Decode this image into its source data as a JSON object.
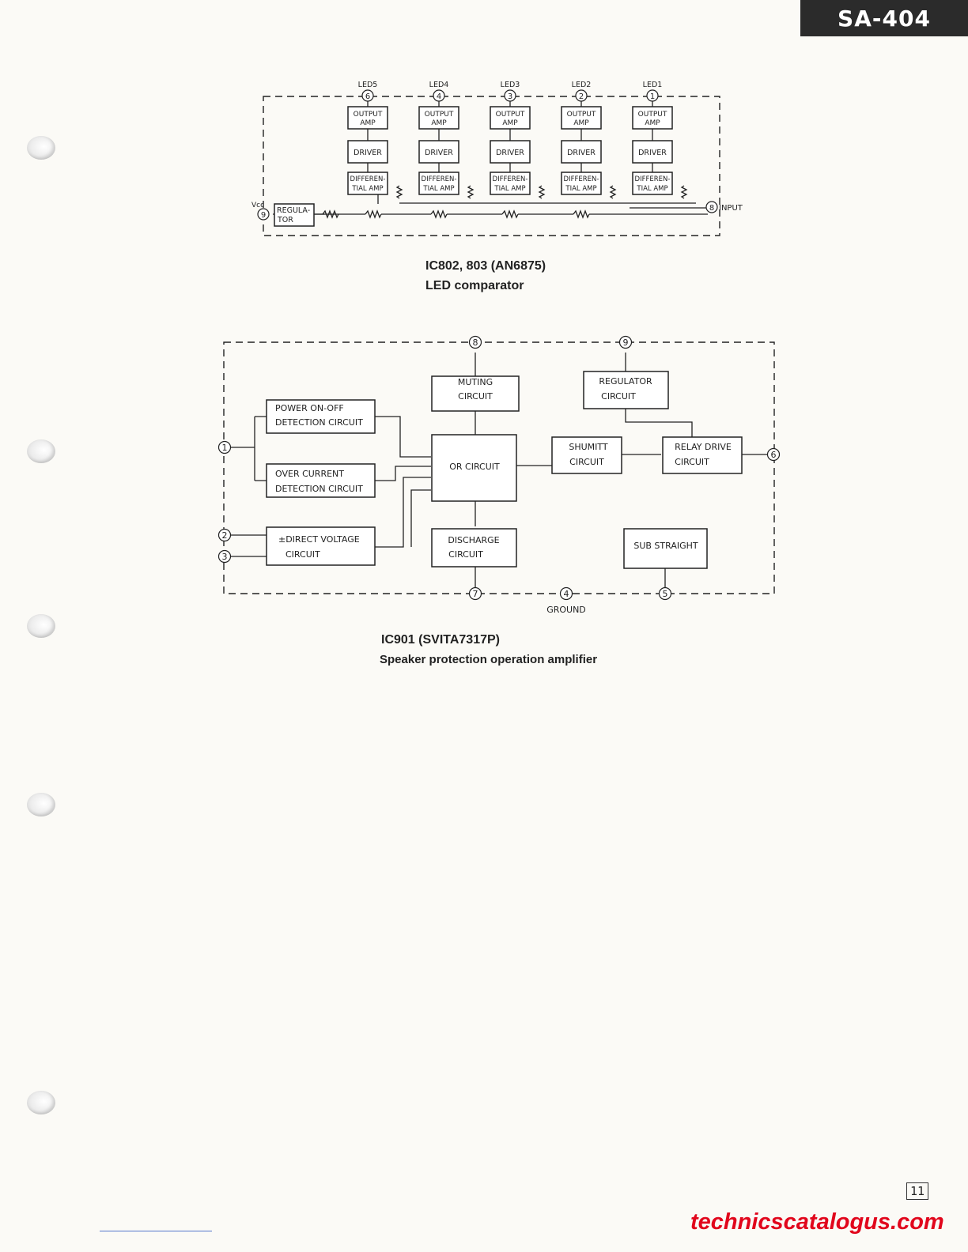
{
  "header": {
    "model": "SA-404"
  },
  "page_number": "11",
  "watermark": "technicscatalogus.com",
  "ic802": {
    "caption_title": "IC802, 803 (AN6875)",
    "caption_subtitle": "LED comparator",
    "channels": [
      {
        "led_label": "LED5",
        "pin": "6"
      },
      {
        "led_label": "LED4",
        "pin": "4"
      },
      {
        "led_label": "LED3",
        "pin": "3"
      },
      {
        "led_label": "LED2",
        "pin": "2"
      },
      {
        "led_label": "LED1",
        "pin": "1"
      }
    ],
    "output_amp_l1": "OUTPUT",
    "output_amp_l2": "AMP",
    "driver": "DRIVER",
    "diff_l1": "DIFFEREN-",
    "diff_l2": "TIAL AMP",
    "regulator_l1": "REGULA-",
    "regulator_l2": "TOR",
    "vcc_label": "Vcc",
    "vcc_pin": "9",
    "input_pin": "8",
    "input_label": "INPUT"
  },
  "ic901": {
    "caption_title": "IC901 (SVITA7317P)",
    "caption_subtitle": "Speaker protection operation amplifier",
    "blocks": {
      "power_onoff_l1": "POWER ON-OFF",
      "power_onoff_l2": "DETECTION CIRCUIT",
      "over_current_l1": "OVER CURRENT",
      "over_current_l2": "DETECTION CIRCUIT",
      "direct_voltage_l1": "±DIRECT VOLTAGE",
      "direct_voltage_l2": "CIRCUIT",
      "muting_l1": "MUTING",
      "muting_l2": "CIRCUIT",
      "or_circuit": "OR CIRCUIT",
      "discharge_l1": "DISCHARGE",
      "discharge_l2": "CIRCUIT",
      "regulator_l1": "REGULATOR",
      "regulator_l2": "CIRCUIT",
      "shumitt_l1": "SHUMITT",
      "shumitt_l2": "CIRCUIT",
      "relay_l1": "RELAY DRIVE",
      "relay_l2": "CIRCUIT",
      "sub_straight": "SUB STRAIGHT"
    },
    "pins": {
      "p1": "1",
      "p2": "2",
      "p3": "3",
      "p4": "4",
      "p5": "5",
      "p6": "6",
      "p7": "7",
      "p8": "8",
      "p9": "9"
    },
    "ground_label": "GROUND"
  }
}
